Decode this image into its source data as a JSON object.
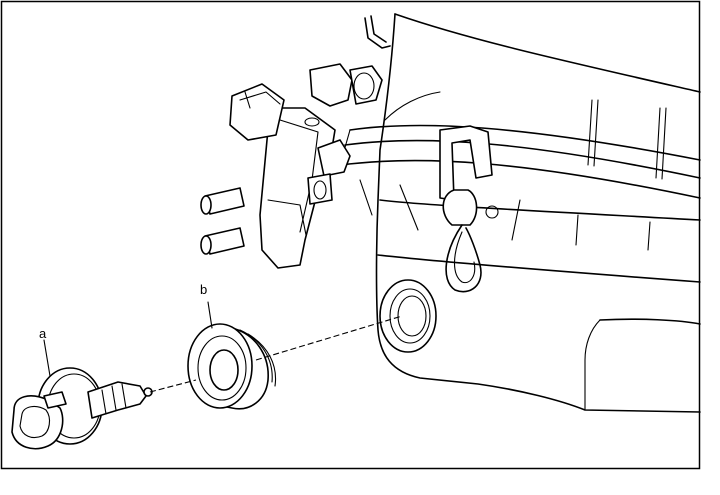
{
  "diagram": {
    "callouts": [
      {
        "id": "a",
        "label": "a"
      },
      {
        "id": "b",
        "label": "b"
      }
    ]
  }
}
